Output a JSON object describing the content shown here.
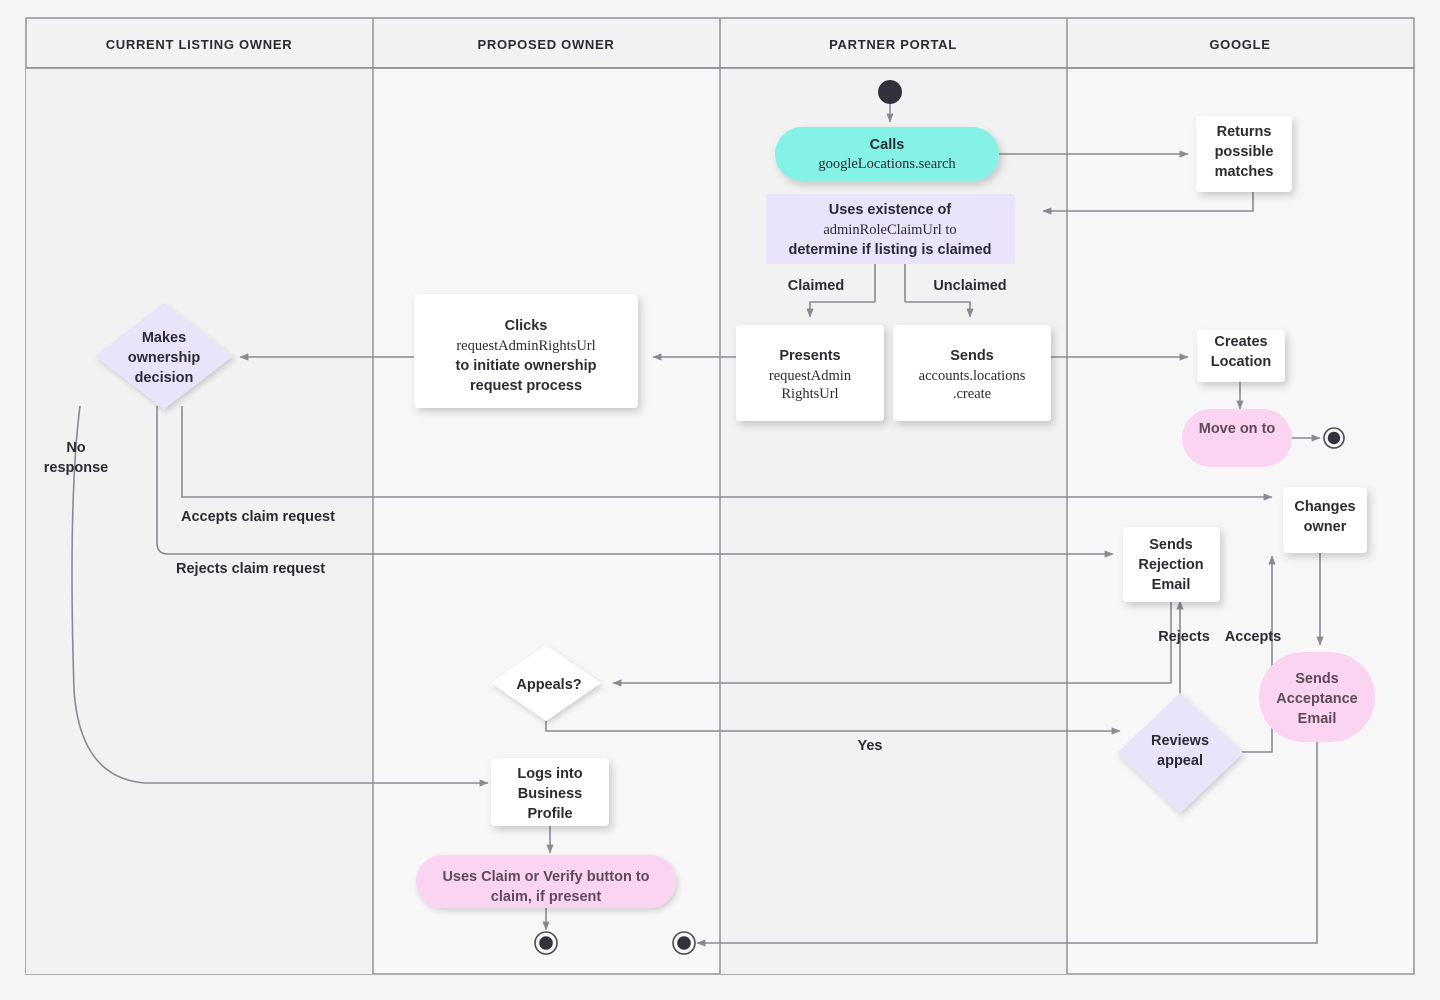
{
  "diagram": {
    "title": "Google Business Profile listing ownership transfer flow",
    "type": "swimlane-flowchart",
    "background": "#f5f5f5",
    "colors": {
      "cyan": "#85f2e6",
      "lavender": "#eae4fa",
      "pink": "#fbd4f2",
      "white": "#ffffff",
      "edge": "#8a8a93",
      "text": "#2b2b33",
      "lane_border": "#8c8c94",
      "lane_header_fill": "#f2f2f2"
    }
  },
  "lanes": [
    {
      "id": "lane-current-listing-owner",
      "label": "CURRENT LISTING OWNER"
    },
    {
      "id": "lane-proposed-owner",
      "label": "PROPOSED OWNER"
    },
    {
      "id": "lane-partner-portal",
      "label": "PARTNER PORTAL"
    },
    {
      "id": "lane-google",
      "label": "GOOGLE"
    }
  ],
  "nodes": [
    {
      "id": "start",
      "lane": "lane-partner-portal",
      "shape": "start-node",
      "label": ""
    },
    {
      "id": "calls-google-locations-search",
      "lane": "lane-partner-portal",
      "shape": "pill",
      "fill": "cyan",
      "lines": [
        {
          "text": "Calls",
          "mono": false
        },
        {
          "text": "googleLocations.search",
          "mono": true
        }
      ]
    },
    {
      "id": "returns-possible-matches",
      "lane": "lane-google",
      "shape": "rect",
      "fill": "white",
      "lines": [
        {
          "text": "Returns",
          "mono": false
        },
        {
          "text": "possible",
          "mono": false
        },
        {
          "text": "matches",
          "mono": false
        }
      ]
    },
    {
      "id": "uses-existence-of-admin-role-claim-url",
      "lane": "lane-partner-portal",
      "shape": "rect",
      "fill": "lavender",
      "lines": [
        {
          "text": "Uses existence of",
          "mono": false
        },
        {
          "text": "adminRoleClaimUrl to",
          "mono": "mixed"
        },
        {
          "text": "determine if listing is claimed",
          "mono": false
        }
      ]
    },
    {
      "id": "presents-request-admin-rights-url",
      "lane": "lane-partner-portal",
      "shape": "rect",
      "fill": "white",
      "lines": [
        {
          "text": "Presents",
          "mono": false
        },
        {
          "text": "requestAdmin",
          "mono": true
        },
        {
          "text": "RightsUrl",
          "mono": true
        }
      ]
    },
    {
      "id": "sends-accounts-locations-create",
      "lane": "lane-partner-portal",
      "shape": "rect",
      "fill": "white",
      "lines": [
        {
          "text": "Sends",
          "mono": false
        },
        {
          "text": "accounts.locations",
          "mono": true
        },
        {
          "text": ".create",
          "mono": true
        }
      ]
    },
    {
      "id": "clicks-request-admin-rights-url",
      "lane": "lane-proposed-owner",
      "shape": "rect",
      "fill": "white",
      "lines": [
        {
          "text": "Clicks",
          "mono": false
        },
        {
          "text": "requestAdminRightsUrl",
          "mono": true
        },
        {
          "text": "to initiate ownership",
          "mono": false
        },
        {
          "text": "request process",
          "mono": false
        }
      ]
    },
    {
      "id": "makes-ownership-decision",
      "lane": "lane-current-listing-owner",
      "shape": "diamond",
      "fill": "lavender",
      "lines": [
        {
          "text": "Makes",
          "mono": false
        },
        {
          "text": "ownership",
          "mono": false
        },
        {
          "text": "decision",
          "mono": false
        }
      ]
    },
    {
      "id": "creates-location",
      "lane": "lane-google",
      "shape": "rect",
      "fill": "white",
      "lines": [
        {
          "text": "Creates",
          "mono": false
        },
        {
          "text": "Location",
          "mono": false
        }
      ]
    },
    {
      "id": "move-on-to",
      "lane": "lane-google",
      "shape": "pill",
      "fill": "pink",
      "lines": [
        {
          "text": "Move on to",
          "mono": false
        }
      ]
    },
    {
      "id": "end-google",
      "lane": "lane-google",
      "shape": "end-node",
      "label": ""
    },
    {
      "id": "changes-owner",
      "lane": "lane-google",
      "shape": "rect",
      "fill": "white",
      "lines": [
        {
          "text": "Changes",
          "mono": false
        },
        {
          "text": "owner",
          "mono": false
        }
      ]
    },
    {
      "id": "sends-rejection-email",
      "lane": "lane-google",
      "shape": "rect",
      "fill": "white",
      "lines": [
        {
          "text": "Sends",
          "mono": false
        },
        {
          "text": "Rejection",
          "mono": false
        },
        {
          "text": "Email",
          "mono": false
        }
      ]
    },
    {
      "id": "sends-acceptance-email",
      "lane": "lane-google",
      "shape": "pill",
      "fill": "pink",
      "lines": [
        {
          "text": "Sends",
          "mono": false
        },
        {
          "text": "Acceptance",
          "mono": false
        },
        {
          "text": "Email",
          "mono": false
        }
      ]
    },
    {
      "id": "appeals",
      "lane": "lane-proposed-owner",
      "shape": "diamond",
      "fill": "white",
      "lines": [
        {
          "text": "Appeals?",
          "mono": false
        }
      ]
    },
    {
      "id": "reviews-appeal",
      "lane": "lane-google",
      "shape": "diamond",
      "fill": "lavender",
      "lines": [
        {
          "text": "Reviews",
          "mono": false
        },
        {
          "text": "appeal",
          "mono": false
        }
      ]
    },
    {
      "id": "logs-into-business-profile",
      "lane": "lane-proposed-owner",
      "shape": "rect",
      "fill": "white",
      "lines": [
        {
          "text": "Logs into",
          "mono": false
        },
        {
          "text": "Business",
          "mono": false
        },
        {
          "text": "Profile",
          "mono": false
        }
      ]
    },
    {
      "id": "uses-claim-or-verify-button",
      "lane": "lane-proposed-owner",
      "shape": "pill",
      "fill": "pink",
      "lines": [
        {
          "text": "Uses Claim or Verify button to",
          "mono": false
        },
        {
          "text": "claim, if present",
          "mono": false
        }
      ]
    },
    {
      "id": "end-proposed-owner",
      "lane": "lane-proposed-owner",
      "shape": "end-node",
      "label": ""
    },
    {
      "id": "end-partner-portal",
      "lane": "lane-partner-portal",
      "shape": "end-node",
      "label": ""
    }
  ],
  "edge_labels": {
    "claimed": "Claimed",
    "unclaimed": "Unclaimed",
    "no_response": "No\nresponse",
    "no_response_line1": "No",
    "no_response_line2": "response",
    "accepts_claim_request": "Accepts claim request",
    "rejects_claim_request": "Rejects claim request",
    "rejects": "Rejects",
    "accepts": "Accepts",
    "yes": "Yes"
  }
}
